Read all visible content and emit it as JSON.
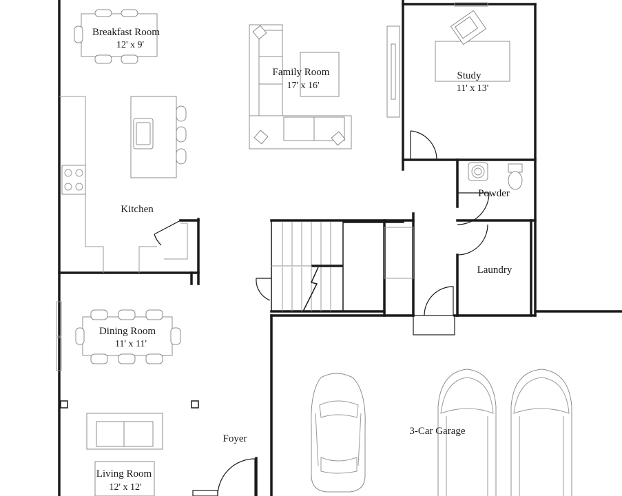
{
  "rooms": {
    "breakfast": {
      "name": "Breakfast Room",
      "size": "12' x 9'"
    },
    "family": {
      "name": "Family Room",
      "size": "17' x 16'"
    },
    "study": {
      "name": "Study",
      "size": "11' x 13'"
    },
    "kitchen": {
      "name": "Kitchen"
    },
    "powder": {
      "name": "Powder"
    },
    "laundry": {
      "name": "Laundry"
    },
    "dining": {
      "name": "Dining Room",
      "size": "11' x 11'"
    },
    "foyer": {
      "name": "Foyer"
    },
    "garage": {
      "name": "3-Car Garage"
    },
    "living": {
      "name": "Living Room",
      "size": "12' x 12'"
    }
  }
}
